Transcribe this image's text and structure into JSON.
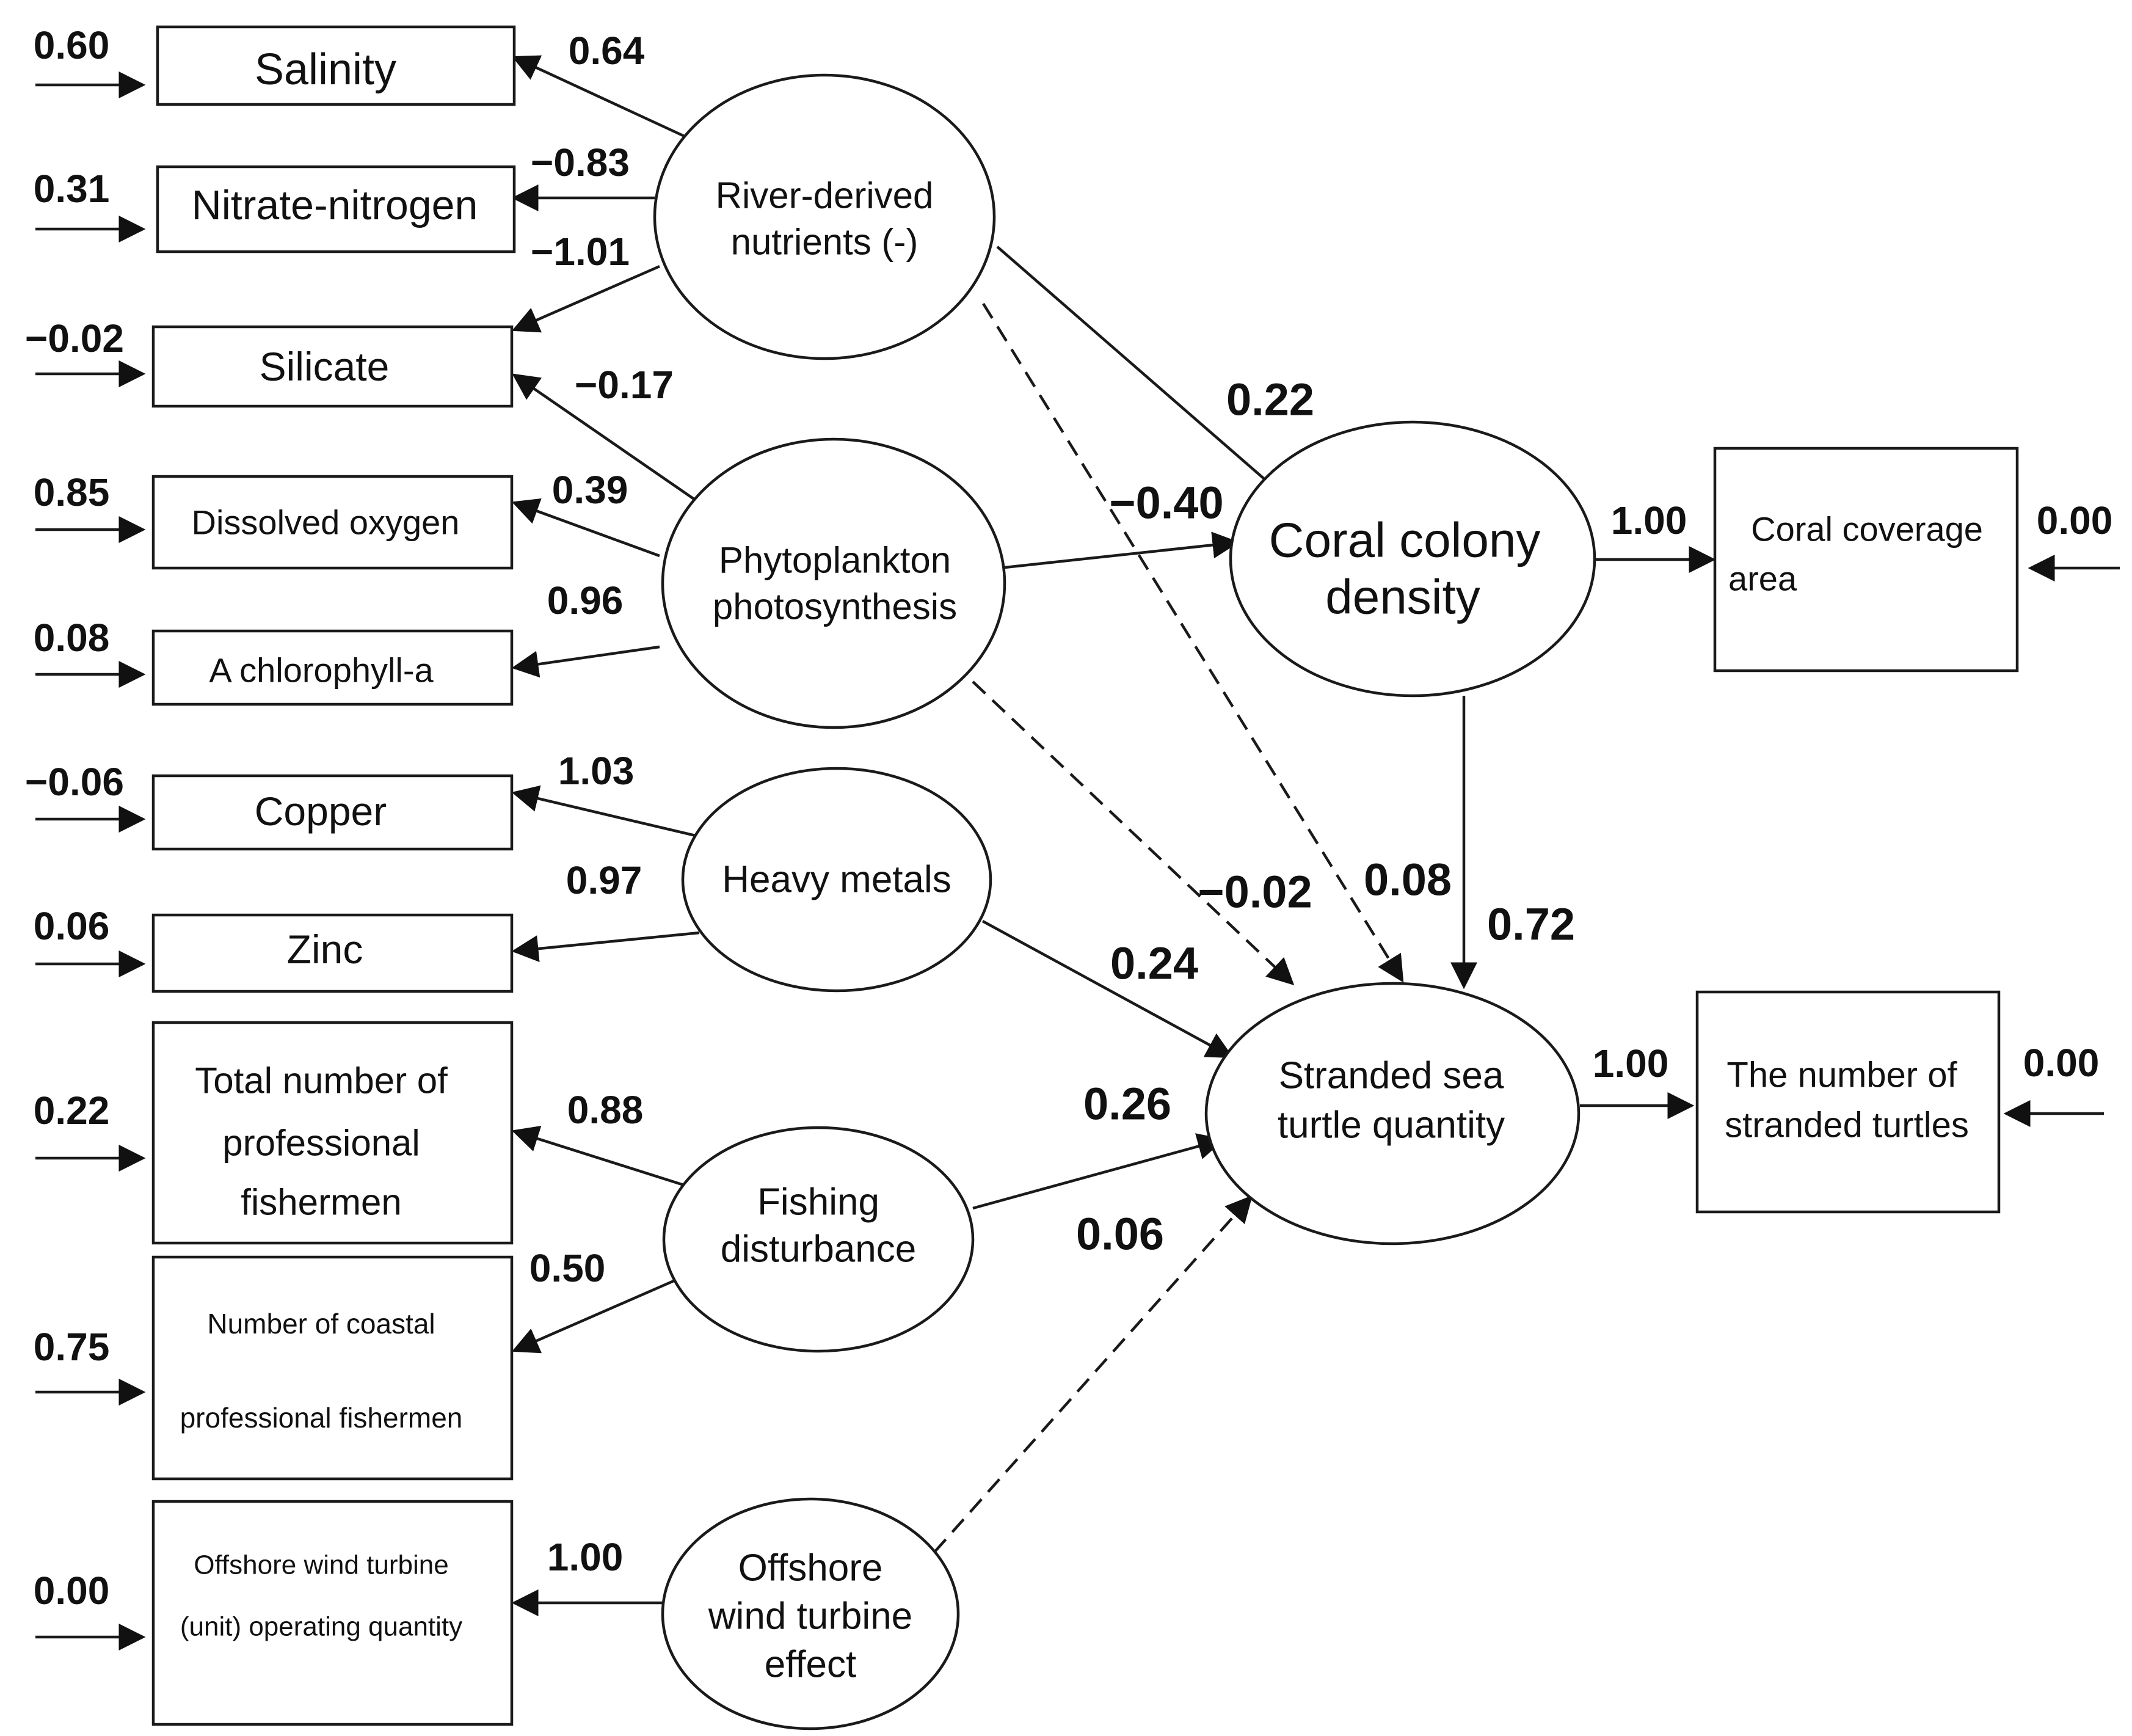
{
  "indicators": {
    "salinity": {
      "label": "Salinity",
      "error": "0.60",
      "loading": "0.64"
    },
    "nitrate": {
      "label": "Nitrate-nitrogen",
      "error": "0.31",
      "loading": "−0.83"
    },
    "silicate": {
      "label": "Silicate",
      "error": "−0.02",
      "loading_river": "−1.01",
      "loading_phyto": "−0.17"
    },
    "oxygen": {
      "label": "Dissolved oxygen",
      "error": "0.85",
      "loading": "0.39"
    },
    "chlorophyll": {
      "label": "A chlorophyll-a",
      "error": "0.08",
      "loading": "0.96"
    },
    "copper": {
      "label": "Copper",
      "error": "−0.06",
      "loading": "1.03"
    },
    "zinc": {
      "label": "Zinc",
      "error": "0.06",
      "loading": "0.97"
    },
    "fishermen_total": {
      "line1": "Total number of",
      "line2": "professional",
      "line3": "fishermen",
      "error": "0.22",
      "loading": "0.88"
    },
    "fishermen_coastal": {
      "line1": "Number of coastal",
      "line2": "professional fishermen",
      "error": "0.75",
      "loading": "0.50"
    },
    "turbines": {
      "line1": "Offshore wind turbine",
      "line2": "(unit) operating quantity",
      "error": "0.00",
      "loading": "1.00"
    },
    "coral_area": {
      "line1": "Coral coverage",
      "line2": "area",
      "error": "0.00",
      "loading": "1.00"
    },
    "stranded_count": {
      "line1": "The number of",
      "line2": "stranded turtles",
      "error": "0.00",
      "loading": "1.00"
    }
  },
  "latents": {
    "river": {
      "line1": "River-derived",
      "line2": "nutrients (-)"
    },
    "phyto": {
      "line1": "Phytoplankton",
      "line2": "photosynthesis"
    },
    "metals": {
      "line1": "Heavy metals"
    },
    "fishing": {
      "line1": "Fishing",
      "line2": "disturbance"
    },
    "wind": {
      "line1": "Offshore",
      "line2": "wind turbine",
      "line3": "effect"
    },
    "coral": {
      "line1": "Coral colony",
      "line2": "density"
    },
    "turtle": {
      "line1": "Stranded sea",
      "line2": "turtle quantity"
    }
  },
  "paths": {
    "river_to_coral": "0.22",
    "phyto_to_coral": "−0.40",
    "river_to_turtle": "0.08",
    "phyto_to_turtle": "−0.02",
    "coral_to_turtle": "0.72",
    "metals_to_turtle": "0.24",
    "fishing_to_turtle": "0.26",
    "wind_to_turtle": "0.06"
  }
}
